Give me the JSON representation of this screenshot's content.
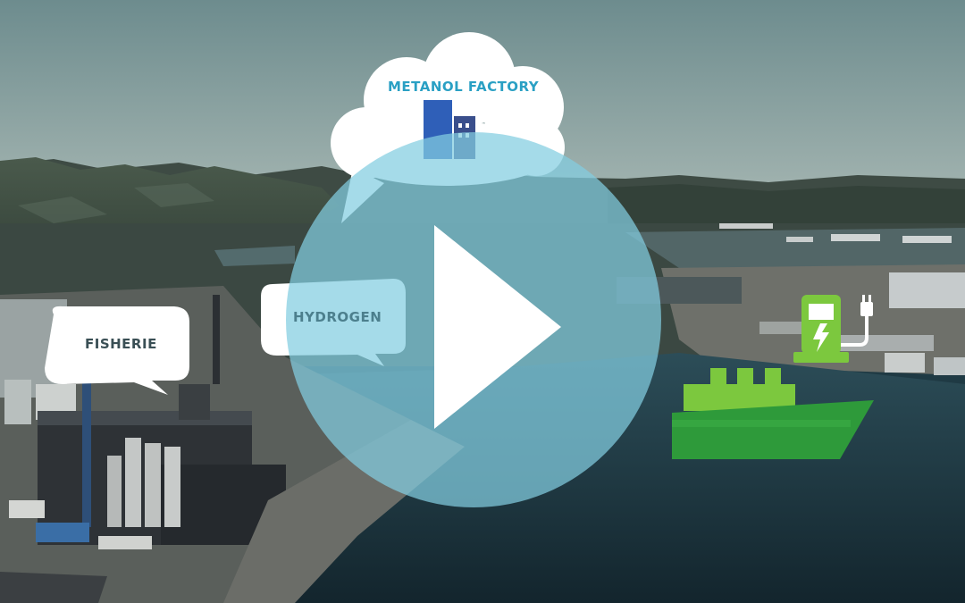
{
  "video": {
    "labels": {
      "metanol_factory": "METANOL FACTORY",
      "fisherie": "FISHERIE",
      "hydrogen": "HYDROGEN"
    }
  },
  "colors": {
    "play_circle": "#82cde1",
    "label_blue": "#2aa0c4",
    "ship_green": "#2e9a3a",
    "charger_green": "#7cc83e",
    "factory_blue": "#2f5fb8"
  },
  "icons": {
    "play": "play-icon",
    "factory": "factory-icon",
    "ship": "ship-icon",
    "charger": "ev-charger-icon"
  }
}
